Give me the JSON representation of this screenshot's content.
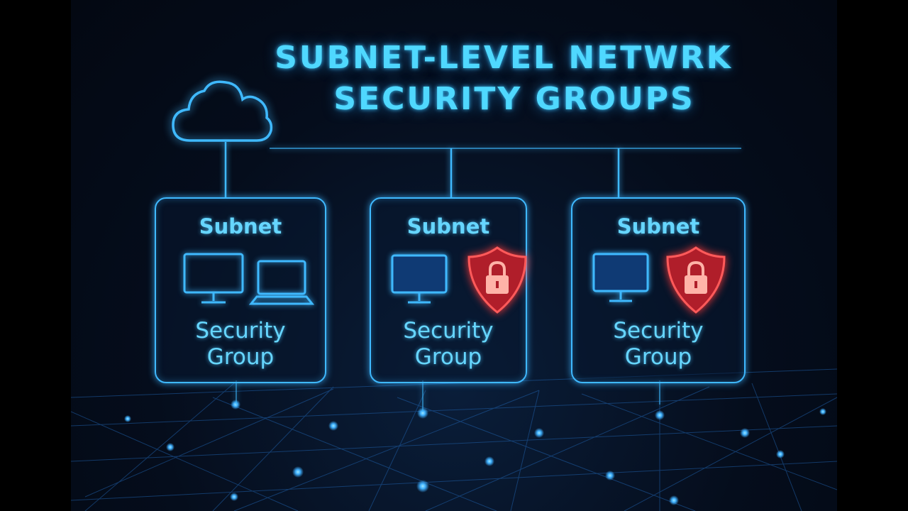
{
  "title": {
    "line1": "SUBNET-LEVEL NETWRK",
    "line2": "SECURITY GROUPS"
  },
  "colors": {
    "accent": "#3fb9ff",
    "text": "#66d6ff",
    "shield": "#ff4a4a",
    "background": "#050d1c"
  },
  "subnets": [
    {
      "title": "Subnet",
      "label_line1": "Security",
      "label_line2": "Group",
      "icons": [
        "monitor-icon",
        "laptop-icon"
      ]
    },
    {
      "title": "Subnet",
      "label_line1": "Security",
      "label_line2": "Group",
      "icons": [
        "monitor-icon",
        "shield-lock-icon"
      ]
    },
    {
      "title": "Subnet",
      "label_line1": "Security",
      "label_line2": "Group",
      "icons": [
        "monitor-icon",
        "shield-lock-icon"
      ]
    }
  ]
}
